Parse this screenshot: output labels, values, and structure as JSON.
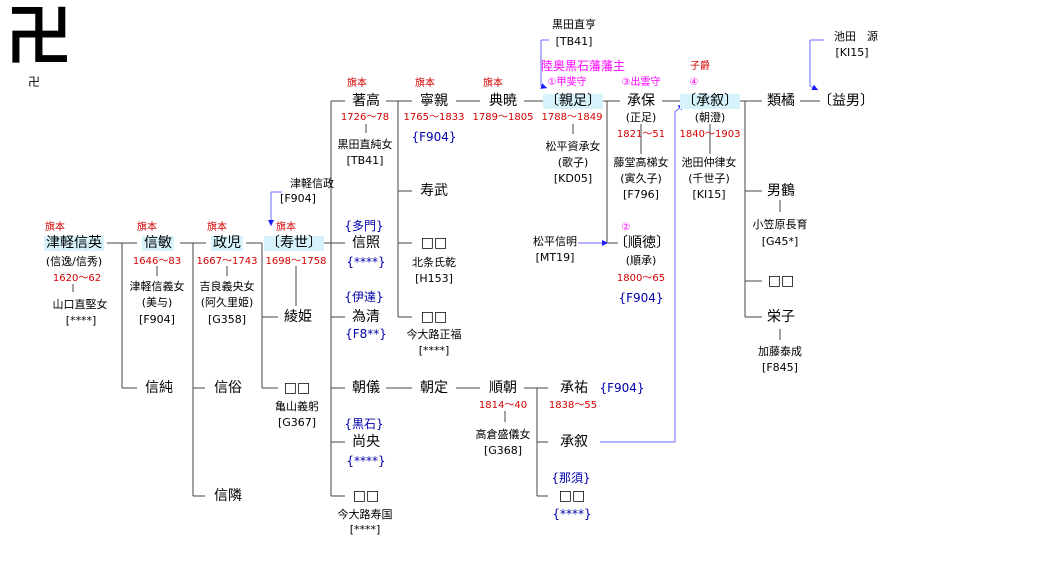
{
  "crest": {
    "symbol": "卍",
    "caption": "卍"
  },
  "nodes": {
    "nobuhide": {
      "rank": "旗本",
      "name": "津軽信英",
      "alias": "(信逸/信秀)",
      "dates": "1620～62",
      "wife": "山口直堅女",
      "ref": "[****]"
    },
    "nobutoshi": {
      "rank": "旗本",
      "name": "信敏",
      "dates": "1646～83",
      "wife": "津軽信義女",
      "wife2": "(美与)",
      "ref": "[F904]"
    },
    "masaaki": {
      "rank": "旗本",
      "name": "政児",
      "dates": "1667～1743",
      "wife": "吉良義央女",
      "wife2": "(阿久里姫)",
      "ref": "[G358]"
    },
    "hisayo": {
      "rank": "旗本",
      "name": "〔寿世〕",
      "dates": "1698～1758"
    },
    "hisayo_origin": {
      "name": "津軽信政",
      "ref": "[F904]"
    },
    "ayahime": {
      "name": "綾姫"
    },
    "nobuzumi": {
      "name": "信純"
    },
    "nobuzoku": {
      "name": "信俗"
    },
    "nobuchika": {
      "name": "信隣"
    },
    "unknown1": {
      "name": "□□",
      "wife": "亀山義躬",
      "ref": "[G367]"
    },
    "akitaka": {
      "rank": "旗本",
      "name": "著高",
      "dates": "1726～78",
      "wife": "黒田直純女",
      "ref": "[TB41]"
    },
    "nobuteru": {
      "tag": "{多門}",
      "name": "信照",
      "ref": "{****}"
    },
    "tamekiyo": {
      "tag": "{伊達}",
      "name": "為清",
      "ref": "{F8**}"
    },
    "tomonori": {
      "name": "朝儀"
    },
    "naohisa": {
      "tag": "{黒石}",
      "name": "尚央",
      "ref": "{****}"
    },
    "unknown2": {
      "name": "□□",
      "wife": "今大路寿国",
      "ref": "[****]"
    },
    "yasuchika": {
      "rank": "旗本",
      "name": "寧親",
      "dates": "1765～1833",
      "ref": "{F904}"
    },
    "hisatake": {
      "name": "寿武"
    },
    "unknown3": {
      "name": "□□",
      "wife": "北条氏乾",
      "ref": "[H153]"
    },
    "unknown4": {
      "name": "□□",
      "wife": "今大路正福",
      "ref": "[****]"
    },
    "tomosada": {
      "name": "朝定"
    },
    "noriaki": {
      "rank": "旗本",
      "name": "典暁",
      "dates": "1789～1805"
    },
    "juncho": {
      "name": "順朝",
      "dates": "1814～40",
      "wife": "高倉盛儀女",
      "ref": "[G368]"
    },
    "chikatari": {
      "name": "〔親足〕",
      "dates": "1788～1849",
      "wife": "松平資承女",
      "wife2": "(歌子)",
      "ref": "[KD05]",
      "title": "①甲斐守",
      "domain": "陸奥黒石藩藩主"
    },
    "chikatari_origin": {
      "name": "黒田直亨",
      "ref": "[TB41]"
    },
    "tsuguyasu": {
      "name": "承保",
      "alias": "(正足)",
      "dates": "1821～51",
      "wife": "藤堂高梯女",
      "wife2": "(寅久子)",
      "ref": "[F796]",
      "title": "③出雲守"
    },
    "juntoku": {
      "name": "〔順徳〕",
      "alias": "(順承)",
      "dates": "1800～65",
      "ref": "{F904}",
      "mark": "②"
    },
    "juntoku_origin": {
      "name": "松平信明",
      "ref": "[MT19]"
    },
    "tsuguhiro": {
      "name": "承祐",
      "dates": "1838～55",
      "ref": "{F904}"
    },
    "tsugunobu2": {
      "name": "承叙"
    },
    "unknown5": {
      "tag": "{那須}",
      "name": "□□",
      "ref": "{****}"
    },
    "tsugumichi": {
      "name": "〔承叙〕",
      "alias": "(朝澄)",
      "dates": "1840～1903",
      "wife": "池田仲律女",
      "wife2": "(千世子)",
      "ref": "[KI15]",
      "rank": "子爵",
      "mark": "④"
    },
    "ruiki": {
      "name": "類橘"
    },
    "yoshio": {
      "name": "〔益男〕"
    },
    "yoshio_origin": {
      "name": "池田　源",
      "ref": "[KI15]"
    },
    "otoko": {
      "name": "男鶴",
      "wife": "小笠原長育",
      "ref": "[G45*]"
    },
    "unknown6": {
      "name": "□□"
    },
    "eiko": {
      "name": "栄子",
      "wife": "加藤泰成",
      "ref": "[F845]"
    }
  },
  "colors": {
    "line": "#444444",
    "adopt": "#6a6aff",
    "date": "#d40000",
    "rank": "#d40000",
    "highlight": "#d6f2fb",
    "title": "#ff00ff",
    "note": "#0000aa"
  }
}
